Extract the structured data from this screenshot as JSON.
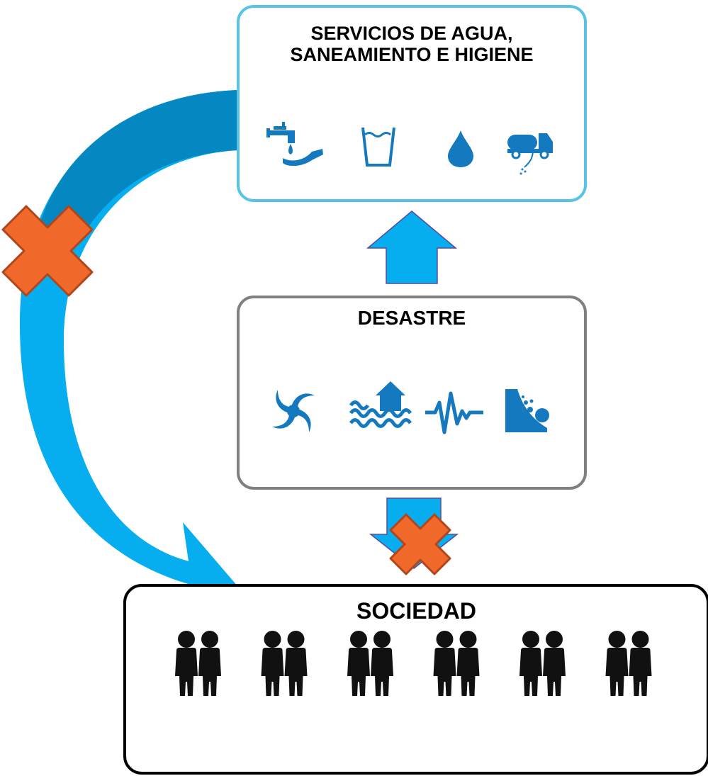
{
  "wash_box": {
    "title": "SERVICIOS DE AGUA,\nSANEAMIENTO E HIGIENE",
    "icons": [
      "handwashing-tap-icon",
      "water-glass-icon",
      "water-drop-icon",
      "water-truck-icon"
    ]
  },
  "disaster_box": {
    "title": "DESASTRE",
    "icons": [
      "hurricane-icon",
      "flood-icon",
      "earthquake-icon",
      "landslide-icon"
    ]
  },
  "society_box": {
    "title": "SOCIEDAD",
    "people_pairs": 6,
    "icons": [
      "people-icon"
    ]
  },
  "arrows": {
    "disaster_to_wash": "up-arrow",
    "society_to_disaster": "blocked-down-arrow",
    "wash_to_society": "blocked-curved-arrow"
  },
  "colors": {
    "wash_border": "#58c3e6",
    "disaster_border": "#808080",
    "society_border": "#000000",
    "icon_blue": "#1479bf",
    "arrow_blue": "#06aeef",
    "arrow_blue_dark": "#0587c2",
    "cross_orange": "#f0692a",
    "cross_outline": "#b0461c",
    "people": "#111111"
  }
}
